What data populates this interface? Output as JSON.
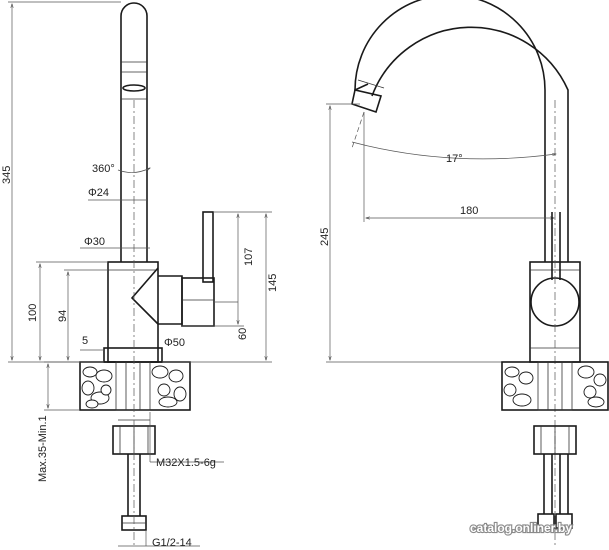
{
  "side_view": {
    "dimensions": {
      "height_total": "345",
      "rotation": "360°",
      "spout_diameter": "Φ24",
      "body_diameter": "Φ30",
      "handle_height": "107",
      "handle_top": "145",
      "body_height": "100",
      "body_lower": "94",
      "handle_base": "60",
      "gap": "5",
      "base_diameter": "Φ50",
      "counter_thickness": "Max.35-Min.1",
      "thread": "M32X1.5-6g",
      "hose_thread": "G1/2-14"
    }
  },
  "front_view": {
    "dimensions": {
      "spout_angle": "17°",
      "spout_reach": "180",
      "spout_height": "245"
    }
  },
  "watermark": "catalog.onliner.by"
}
